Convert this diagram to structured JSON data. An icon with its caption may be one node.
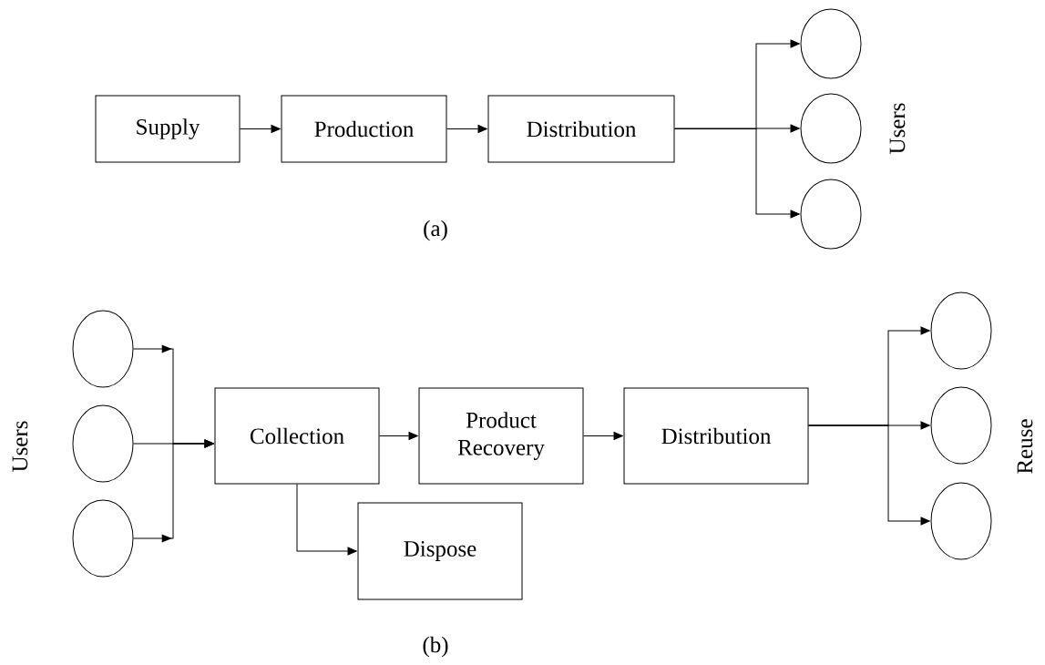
{
  "diagram": {
    "nodes": [
      {
        "text": [
          "Supply"
        ]
      },
      {
        "text": [
          "Production"
        ]
      },
      {
        "text": [
          "Distribution"
        ]
      },
      {
        "text": [],
        "shape": "circle"
      },
      {
        "text": [],
        "shape": "circle"
      },
      {
        "text": [],
        "shape": "circle"
      },
      {
        "text": [],
        "shape": "circle"
      },
      {
        "text": [],
        "shape": "circle"
      },
      {
        "text": [],
        "shape": "circle"
      },
      {
        "text": [
          "Collection"
        ]
      },
      {
        "text": [
          "Product Recovery"
        ]
      },
      {
        "text": [
          "Distribution"
        ]
      },
      {
        "text": [
          "Dispose"
        ]
      },
      {
        "text": [],
        "shape": "circle"
      },
      {
        "text": [],
        "shape": "circle"
      },
      {
        "text": [],
        "shape": "circle"
      }
    ],
    "edges": [
      {
        "from": 0,
        "to": 1,
        "arrow": "to"
      },
      {
        "from": 1,
        "to": 2,
        "arrow": "to"
      },
      {
        "from": 2,
        "to": 3,
        "arrow": "to"
      },
      {
        "from": 2,
        "to": 4,
        "arrow": "to"
      },
      {
        "from": 2,
        "to": 5,
        "arrow": "to"
      },
      {
        "from": 6,
        "to": 9,
        "arrow": "to"
      },
      {
        "from": 7,
        "to": 9,
        "arrow": "to"
      },
      {
        "from": 8,
        "to": 9,
        "arrow": "to"
      },
      {
        "from": 9,
        "to": 10,
        "arrow": "to"
      },
      {
        "from": 10,
        "to": 11,
        "arrow": "to"
      },
      {
        "from": 9,
        "to": 12,
        "arrow": "to"
      },
      {
        "from": 11,
        "to": 13,
        "arrow": "to"
      },
      {
        "from": 11,
        "to": 14,
        "arrow": "to"
      },
      {
        "from": 11,
        "to": 15,
        "arrow": "to"
      }
    ],
    "labels": [
      "Users",
      "(a)",
      "Users",
      "Reuse",
      "(b)"
    ]
  }
}
